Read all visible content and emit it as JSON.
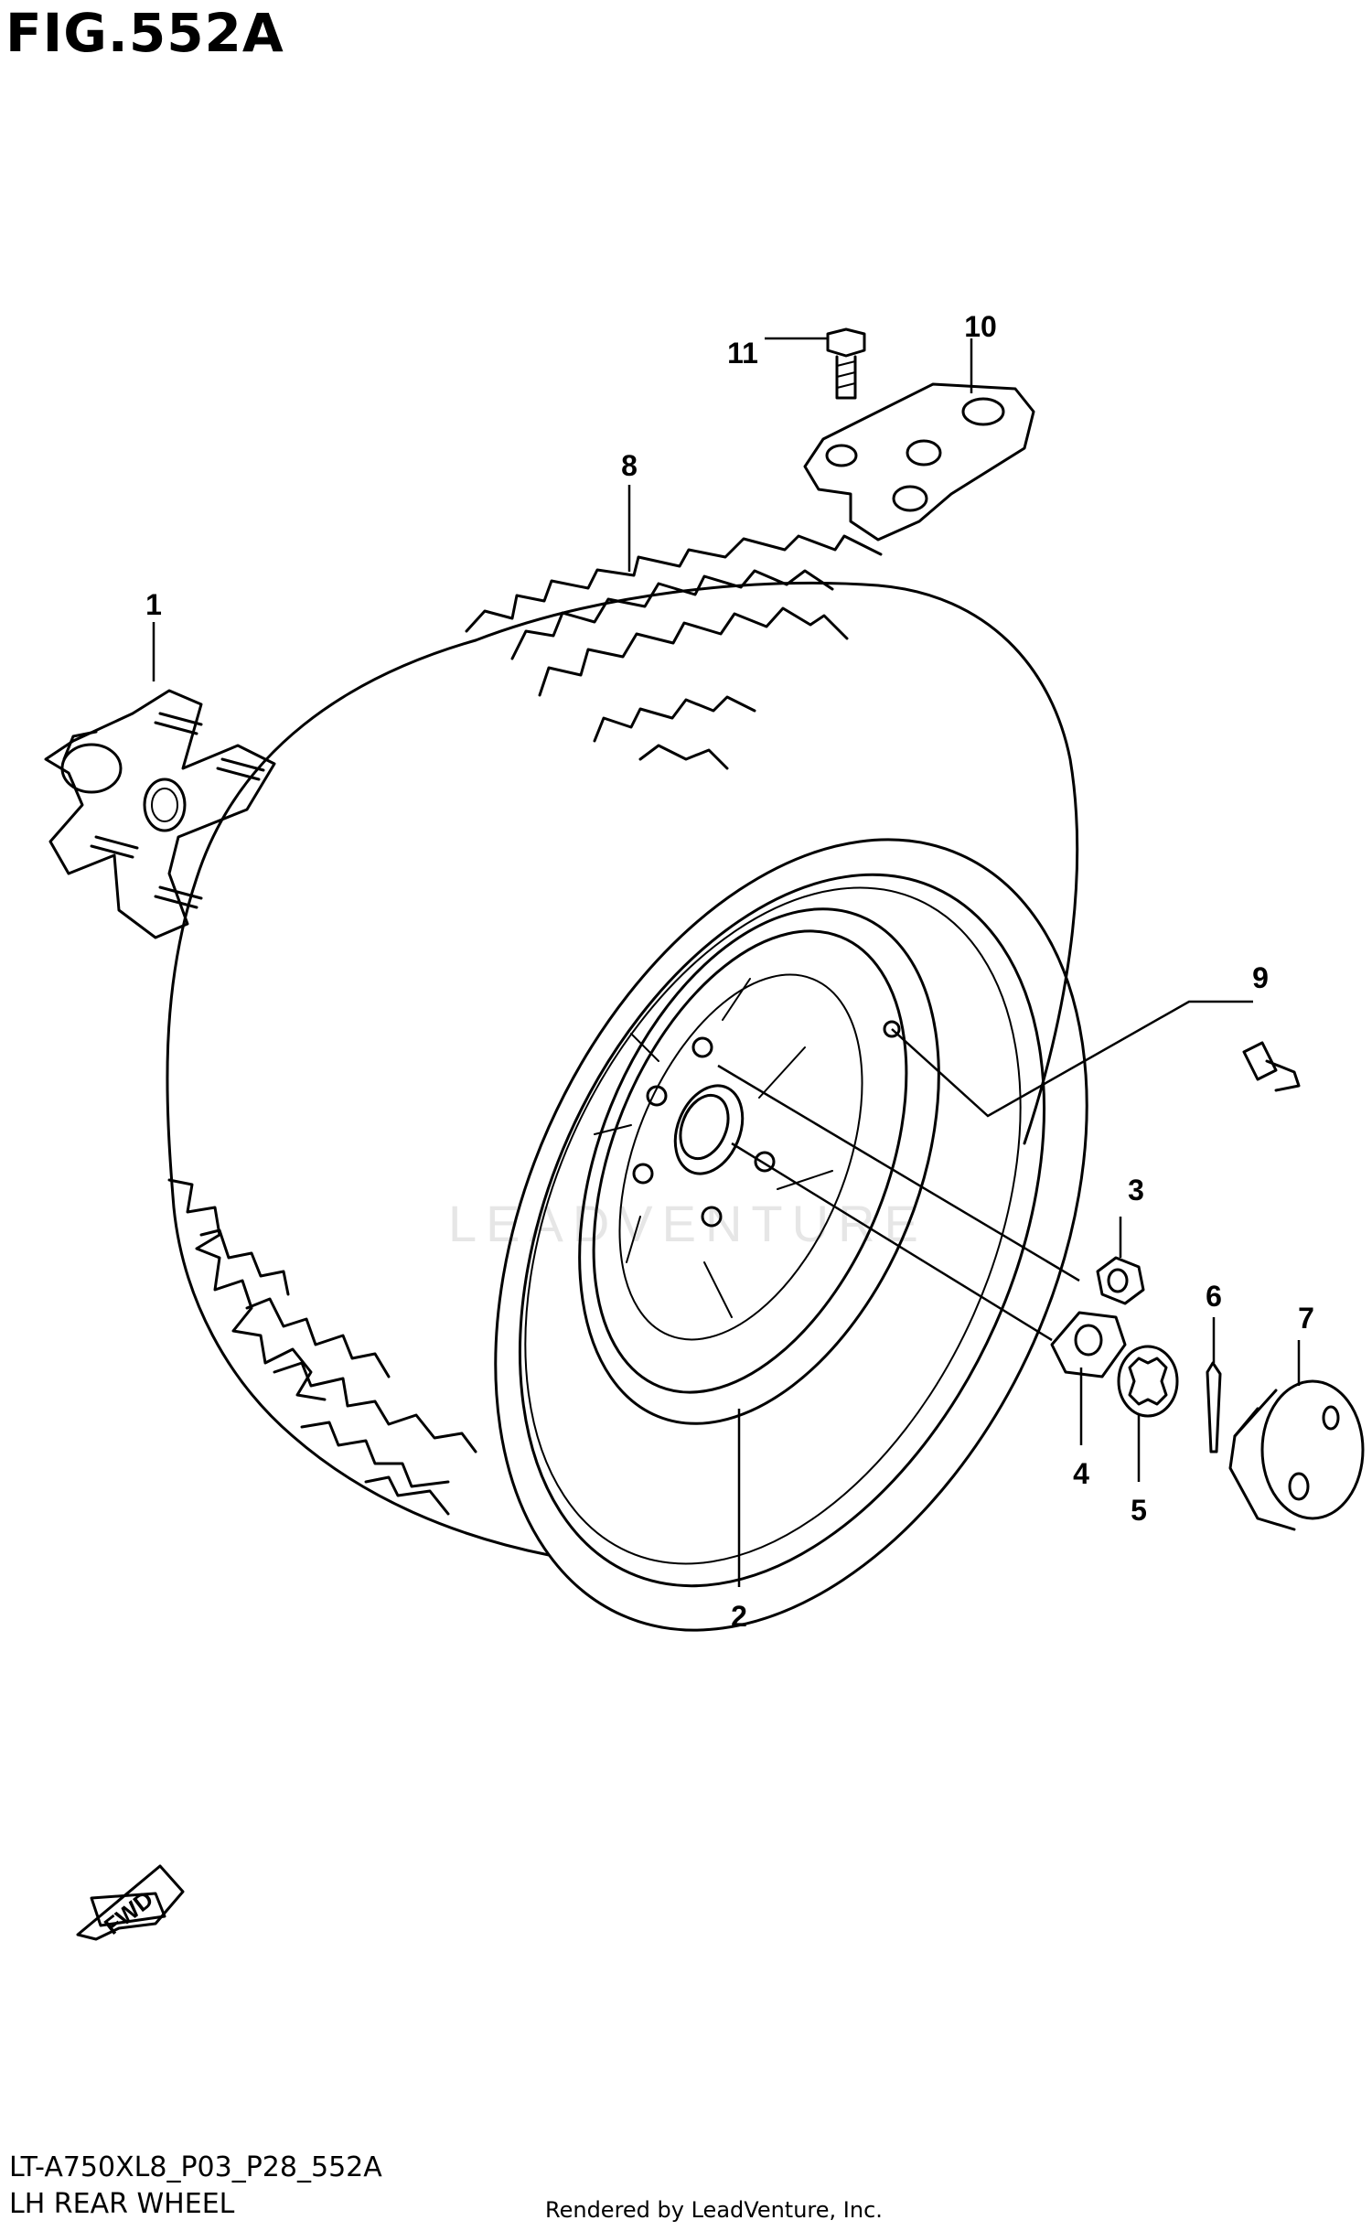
{
  "figure": {
    "title": "FIG.552A",
    "code": "LT-A750XL8_P03_P28_552A",
    "caption": "LH REAR WHEEL",
    "rendered_by": "Rendered by LeadVenture, Inc.",
    "watermark": "LEADVENTURE"
  },
  "direction_marker": {
    "label": "FWD"
  },
  "callouts": [
    {
      "number": "1"
    },
    {
      "number": "2"
    },
    {
      "number": "3"
    },
    {
      "number": "4"
    },
    {
      "number": "5"
    },
    {
      "number": "6"
    },
    {
      "number": "7"
    },
    {
      "number": "8"
    },
    {
      "number": "9"
    },
    {
      "number": "10"
    },
    {
      "number": "11"
    }
  ]
}
